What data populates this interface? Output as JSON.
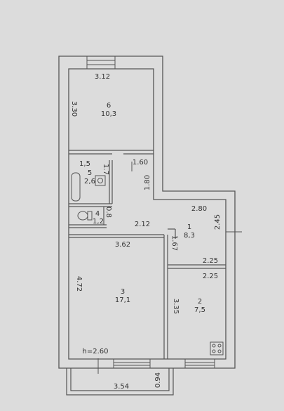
{
  "rooms": [
    {
      "id": "6",
      "number": "6",
      "area": "10,3"
    },
    {
      "id": "5",
      "number": "5",
      "area": "2,6"
    },
    {
      "id": "4",
      "number": "4",
      "area": "1,2"
    },
    {
      "id": "3",
      "number": "3",
      "area": "17,1"
    },
    {
      "id": "2",
      "number": "2",
      "area": "7,5"
    },
    {
      "id": "1",
      "number": "1",
      "area": "8,3"
    }
  ],
  "dimensions": {
    "room6_width": "3.12",
    "room6_length": "3.30",
    "room5_width": "1,5",
    "room5_length": "1.7",
    "hall_width": "1.60",
    "corridor_length": "1.80",
    "room4_length": "0.8",
    "corridor_width": "2.12",
    "room1_width": "2.80",
    "room1_length": "2.45",
    "room1_length2": "1.67",
    "room3_width": "3.62",
    "room3_length": "4.72",
    "room2_top": "2.25",
    "room2_top2": "2.25",
    "room2_length": "3.35",
    "balcony_width": "3.54",
    "balcony_depth": "0.94"
  },
  "ceiling_height": "h=2.60",
  "colors": {
    "background": "#dcdcdc",
    "wall": "#555555",
    "wall_fill": "#f4f4f4"
  }
}
